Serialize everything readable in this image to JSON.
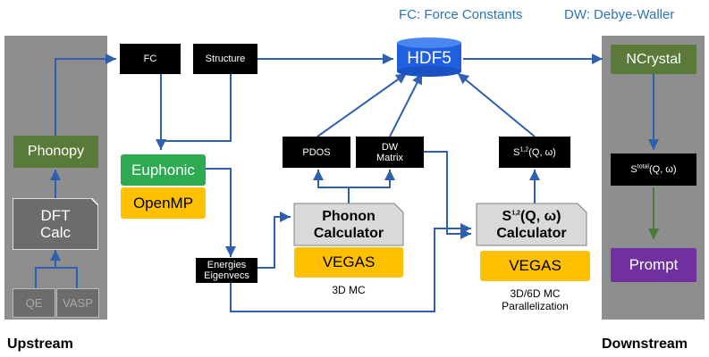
{
  "legend": {
    "fc": "FC: Force Constants",
    "dw": "DW: Debye-Waller"
  },
  "upstream": {
    "label": "Upstream",
    "phonopy": "Phonopy",
    "dft_line1": "DFT",
    "dft_line2": "Calc",
    "qe": "QE",
    "vasp": "VASP"
  },
  "downstream": {
    "label": "Downstream",
    "ncrystal": "NCrystal",
    "stotal_pre": "S",
    "stotal_sup": "total",
    "stotal_post": "(Q, ω)",
    "prompt": "Prompt"
  },
  "nodes": {
    "fc": "FC",
    "structure": "Structure",
    "hdf5": "HDF5",
    "euphonic": "Euphonic",
    "openmp": "OpenMP",
    "pdos": "PDOS",
    "dw_line1": "DW",
    "dw_line2": "Matrix",
    "s12_pre": "S",
    "s12_sup": "1,2",
    "s12_post": "(Q, ω)",
    "phonon_line1": "Phonon",
    "phonon_line2": "Calculator",
    "vegas1": "VEGAS",
    "mc3d": "3D MC",
    "energies_line1": "Energies",
    "energies_line2": "Eigenvecs",
    "scalc_pre": "S",
    "scalc_sup": "1,2",
    "scalc_post": "(Q, ω)",
    "scalc_line2": "Calculator",
    "vegas2": "VEGAS",
    "mc36_line1": "3D/6D MC",
    "mc36_line2": "Parallelization"
  },
  "colors": {
    "arrow_blue": "#2e5fb0",
    "arrow_green": "#4a7a3a",
    "panel_gray": "#8e8e8e",
    "hdf5_blue": "#1f5fe0",
    "legend_blue": "#2e75b6"
  }
}
